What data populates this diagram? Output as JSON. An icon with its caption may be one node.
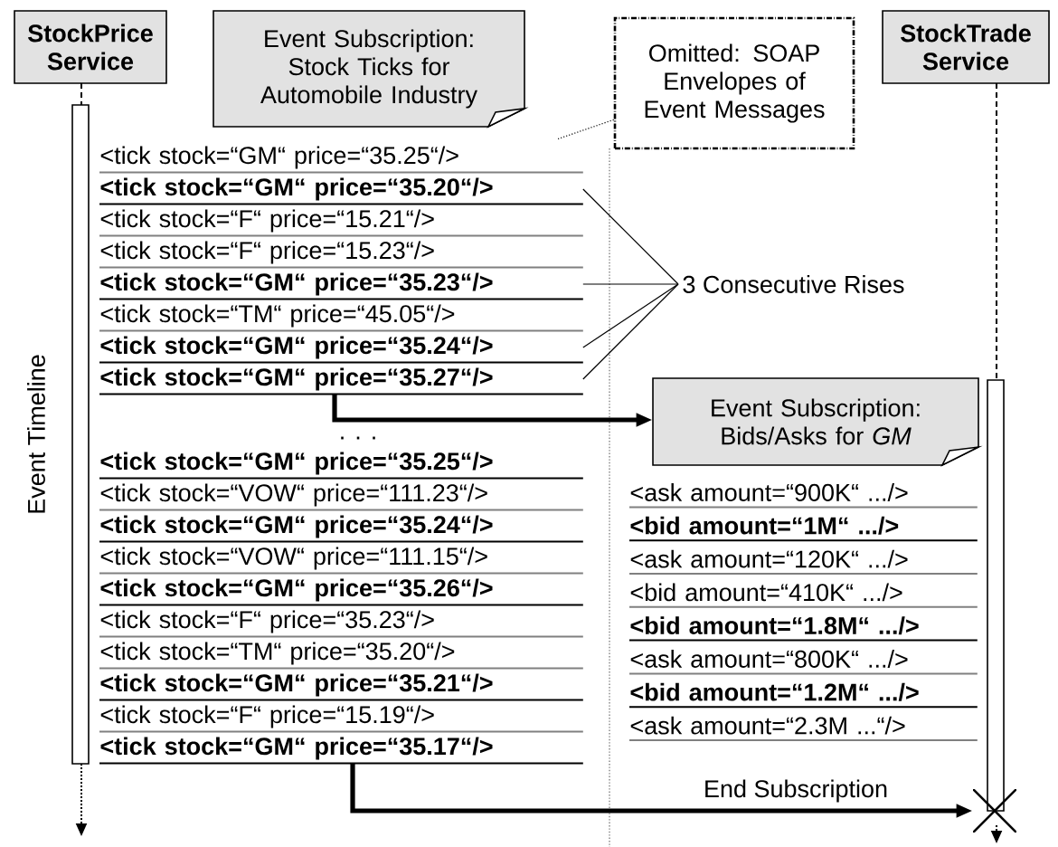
{
  "diagram": {
    "nodes": [
      {
        "text": [
          "StockPrice Service"
        ]
      },
      {
        "text": [
          "Event Subscription: Stock Ticks for Automobile Industry"
        ]
      },
      {
        "text": [
          "Omitted: SOAP Envelopes of Event Messages"
        ]
      },
      {
        "text": [
          "StockTrade Service"
        ]
      },
      {
        "text": [
          "<tick stock=“GM“ price=“35.25“/>"
        ]
      },
      {
        "text": [
          "<tick stock=“GM“ price=“35.20“/>"
        ]
      },
      {
        "text": [
          "<tick stock=“F“ price=“15.21“/>"
        ]
      },
      {
        "text": [
          "<tick stock=“F“ price=“15.23“/>"
        ]
      },
      {
        "text": [
          "<tick stock=“GM“ price=“35.23“/>"
        ]
      },
      {
        "text": [
          "<tick stock=“TM“ price=“45.05“/>"
        ]
      },
      {
        "text": [
          "<tick stock=“GM“ price=“35.24“/>"
        ]
      },
      {
        "text": [
          "<tick stock=“GM“ price=“35.27“/>"
        ]
      },
      {
        "text": [
          "3 Consecutive Rises"
        ]
      },
      {
        "text": [
          "<tick stock=“GM“ price=“35.25“/>"
        ]
      },
      {
        "text": [
          "<tick stock=“VOW“ price=“111.23“/>"
        ]
      },
      {
        "text": [
          "<tick stock=“GM“ price=“35.24“/>"
        ]
      },
      {
        "text": [
          "<tick stock=“VOW“ price=“111.15“/>"
        ]
      },
      {
        "text": [
          "<tick stock=“GM“ price=“35.26“/>"
        ]
      },
      {
        "text": [
          "<tick stock=“F“ price=“35.23“/>"
        ]
      },
      {
        "text": [
          "<tick stock=“TM“ price=“35.20“/>"
        ]
      },
      {
        "text": [
          "<tick stock=“GM“ price=“35.21“/>"
        ]
      },
      {
        "text": [
          "<tick stock=“F“ price=“15.19“/>"
        ]
      },
      {
        "text": [
          "<tick stock=“GM“ price=“35.17“/>"
        ]
      },
      {
        "text": [
          "Event Subscription: Bids/Asks for *GM*"
        ]
      },
      {
        "text": [
          "<ask amount=“900K“ .../>"
        ]
      },
      {
        "text": [
          "<bid amount=“1M“ .../>"
        ]
      },
      {
        "text": [
          "<ask amount=“120K“ .../>"
        ]
      },
      {
        "text": [
          "<bid amount=“410K“ .../>"
        ]
      },
      {
        "text": [
          "<bid amount=“1.8M“ .../>"
        ]
      },
      {
        "text": [
          "<ask amount=“800K“ .../>"
        ]
      },
      {
        "text": [
          "<bid amount=“1.2M“ .../>"
        ]
      },
      {
        "text": [
          "<ask amount=“2.3M ...“/>"
        ]
      },
      {
        "text": [],
        "shape": "cross"
      }
    ],
    "edges": [
      {
        "from": 11,
        "to": 23,
        "arrow": "to",
        "style": "thick"
      },
      {
        "from": 22,
        "to": 32,
        "arrow": "to",
        "style": "thick",
        "label": "End Subscription"
      },
      {
        "from": 12,
        "to": 5,
        "arrow": "none"
      },
      {
        "from": 12,
        "to": 8,
        "arrow": "none"
      },
      {
        "from": 12,
        "to": 10,
        "arrow": "none"
      },
      {
        "from": 12,
        "to": 11,
        "arrow": "none"
      },
      {
        "from": 2,
        "to": 4,
        "arrow": "none",
        "style": "dashed"
      }
    ],
    "labels": [
      "Event Timeline",
      ". . ."
    ]
  }
}
